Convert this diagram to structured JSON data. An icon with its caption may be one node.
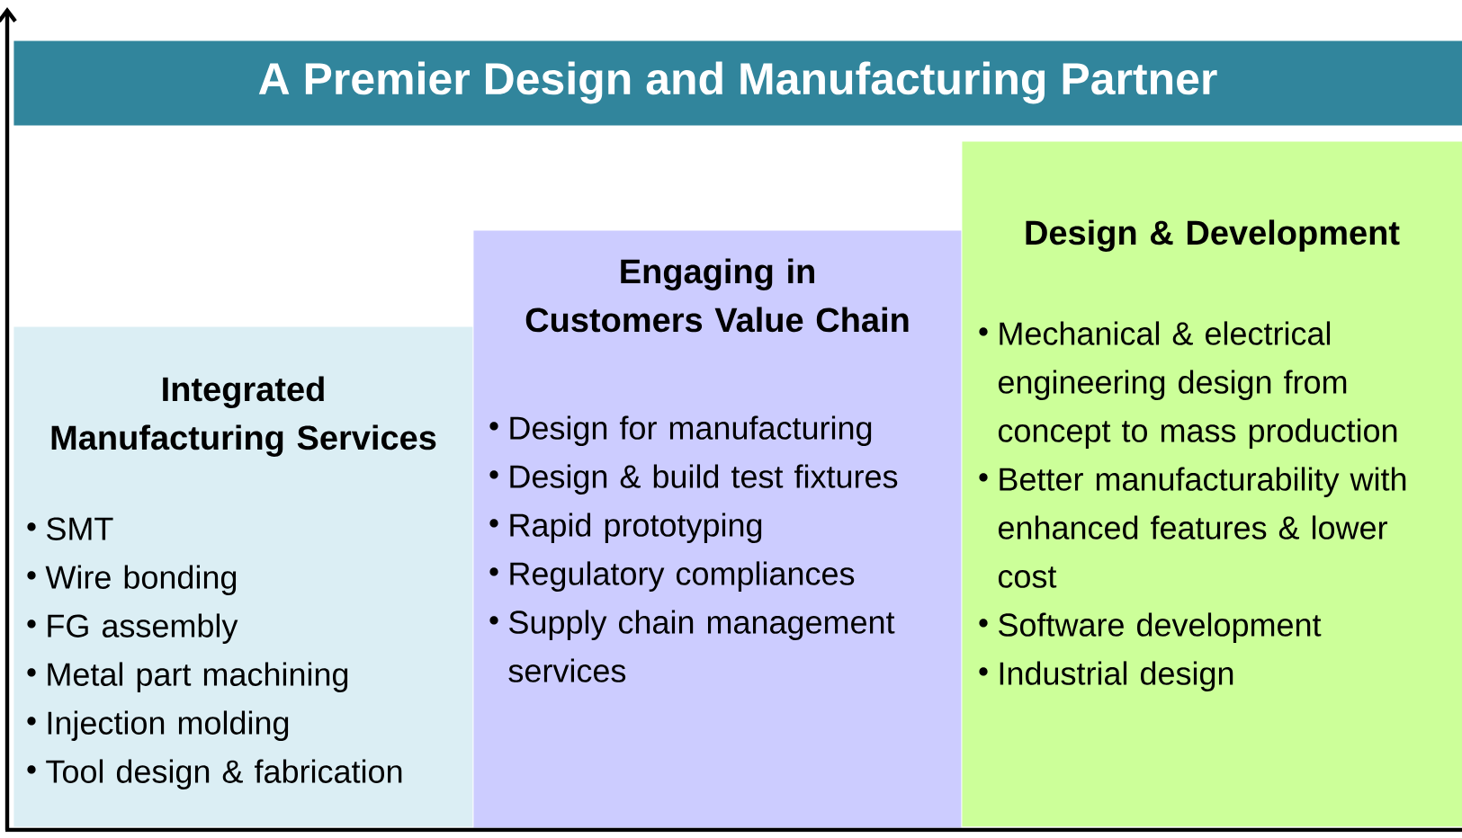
{
  "diagram": {
    "nodes": [
      {
        "text": [
          "A Premier Design and Manufacturing Partner"
        ]
      },
      {
        "text": [
          "Integrated Manufacturing Services",
          "SMT",
          "Wire bonding",
          "FG assembly",
          "Metal part machining",
          "Injection molding",
          "Tool design & fabrication"
        ]
      },
      {
        "text": [
          "Engaging in Customers Value Chain",
          "Design for manufacturing",
          "Design & build test fixtures",
          "Rapid prototyping",
          "Regulatory compliances",
          "Supply chain management services"
        ]
      },
      {
        "text": [
          "Design & Development",
          "Mechanical & electrical engineering design from concept to mass production",
          "Better manufacturability with enhanced features & lower cost",
          "Software development",
          "Industrial design"
        ]
      }
    ]
  }
}
